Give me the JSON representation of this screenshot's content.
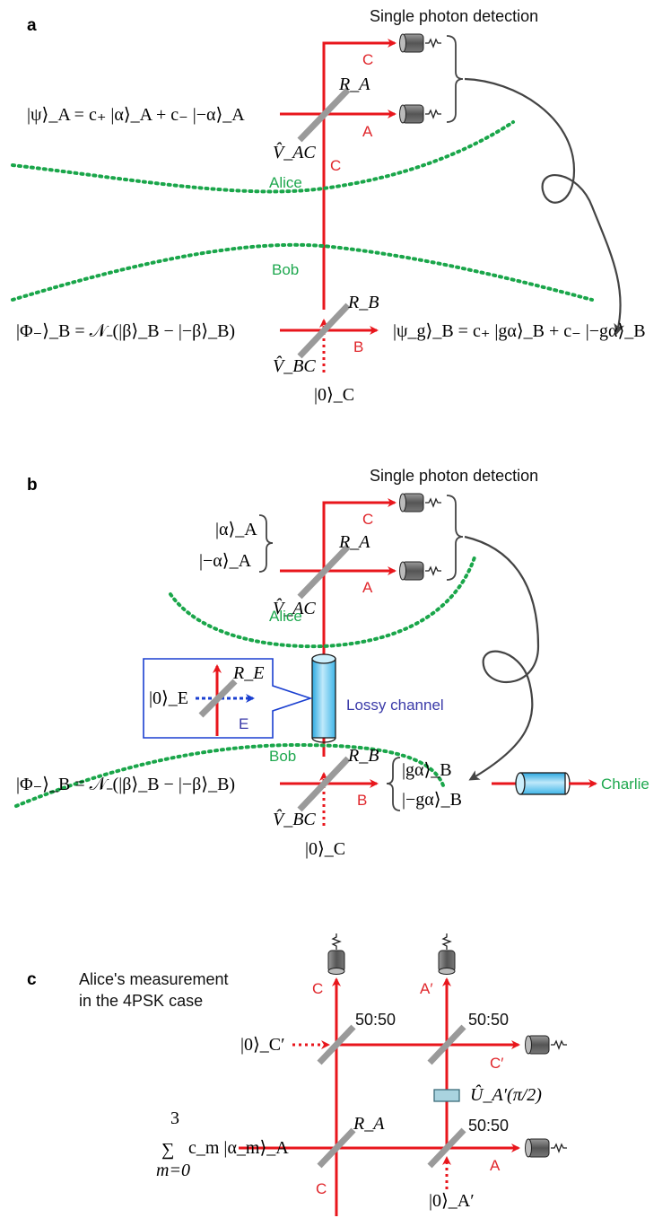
{
  "panel_a": {
    "label": "a",
    "detection_title": "Single photon detection",
    "input_state": "|ψ⟩_A = c₊ |α⟩_A + c₋ |−α⟩_A",
    "beamsplitter_label": "R_A",
    "operator_label": "V̂_AC",
    "mode_labels": [
      "C",
      "A",
      "C",
      "B"
    ],
    "alice_label": "Alice",
    "bob_label": "Bob",
    "bob_input": "|Φ₋⟩_B = 𝒩₋(|β⟩_B − |−β⟩_B)",
    "bob_splitter_label": "R_B",
    "bob_operator_label": "V̂_BC",
    "vacuum_input": "|0⟩_C",
    "output_state": "|ψ_g⟩_B = c₊ |gα⟩_B + c₋ |−gα⟩_B"
  },
  "panel_b": {
    "label": "b",
    "detection_title": "Single photon detection",
    "input_states": [
      "|α⟩_A",
      "|−α⟩_A"
    ],
    "beamsplitter_label": "R_A",
    "operator_label": "V̂_AC",
    "mode_labels": [
      "C",
      "A",
      "B",
      "E"
    ],
    "alice_label": "Alice",
    "bob_label": "Bob",
    "eve_vacuum": "|0⟩_E",
    "eve_splitter_label": "R_E",
    "channel_label": "Lossy channel",
    "bob_input": "|Φ₋⟩_B = 𝒩₋(|β⟩_B − |−β⟩_B)",
    "bob_splitter_label": "R_B",
    "bob_operator_label": "V̂_BC",
    "vacuum_input": "|0⟩_C",
    "output_states": [
      "|gα⟩_B",
      "|−gα⟩_B"
    ],
    "charlie_label": "Charlie"
  },
  "panel_c": {
    "label": "c",
    "caption_line1": "Alice's measurement",
    "caption_line2": "in the 4PSK case",
    "vacuum_top": "|0⟩_C′",
    "splitter_ratio_labels": [
      "50:50",
      "50:50",
      "50:50"
    ],
    "mode_labels": [
      "C",
      "A′",
      "C′",
      "A",
      "C"
    ],
    "phase_operator": "Û_A′(π/2)",
    "beamsplitter_label": "R_A",
    "sum_upper": "3",
    "sum_symbol": "∑",
    "sum_lower": "m=0",
    "sum_term": "c_m |α_m⟩_A",
    "vacuum_bottom": "|0⟩_A′"
  },
  "colors": {
    "beam": "#e8161c",
    "party_labels": "#1aa64a",
    "eve": "#1a3fd0",
    "channel": "#5ec8ef",
    "detector": "#555555"
  }
}
